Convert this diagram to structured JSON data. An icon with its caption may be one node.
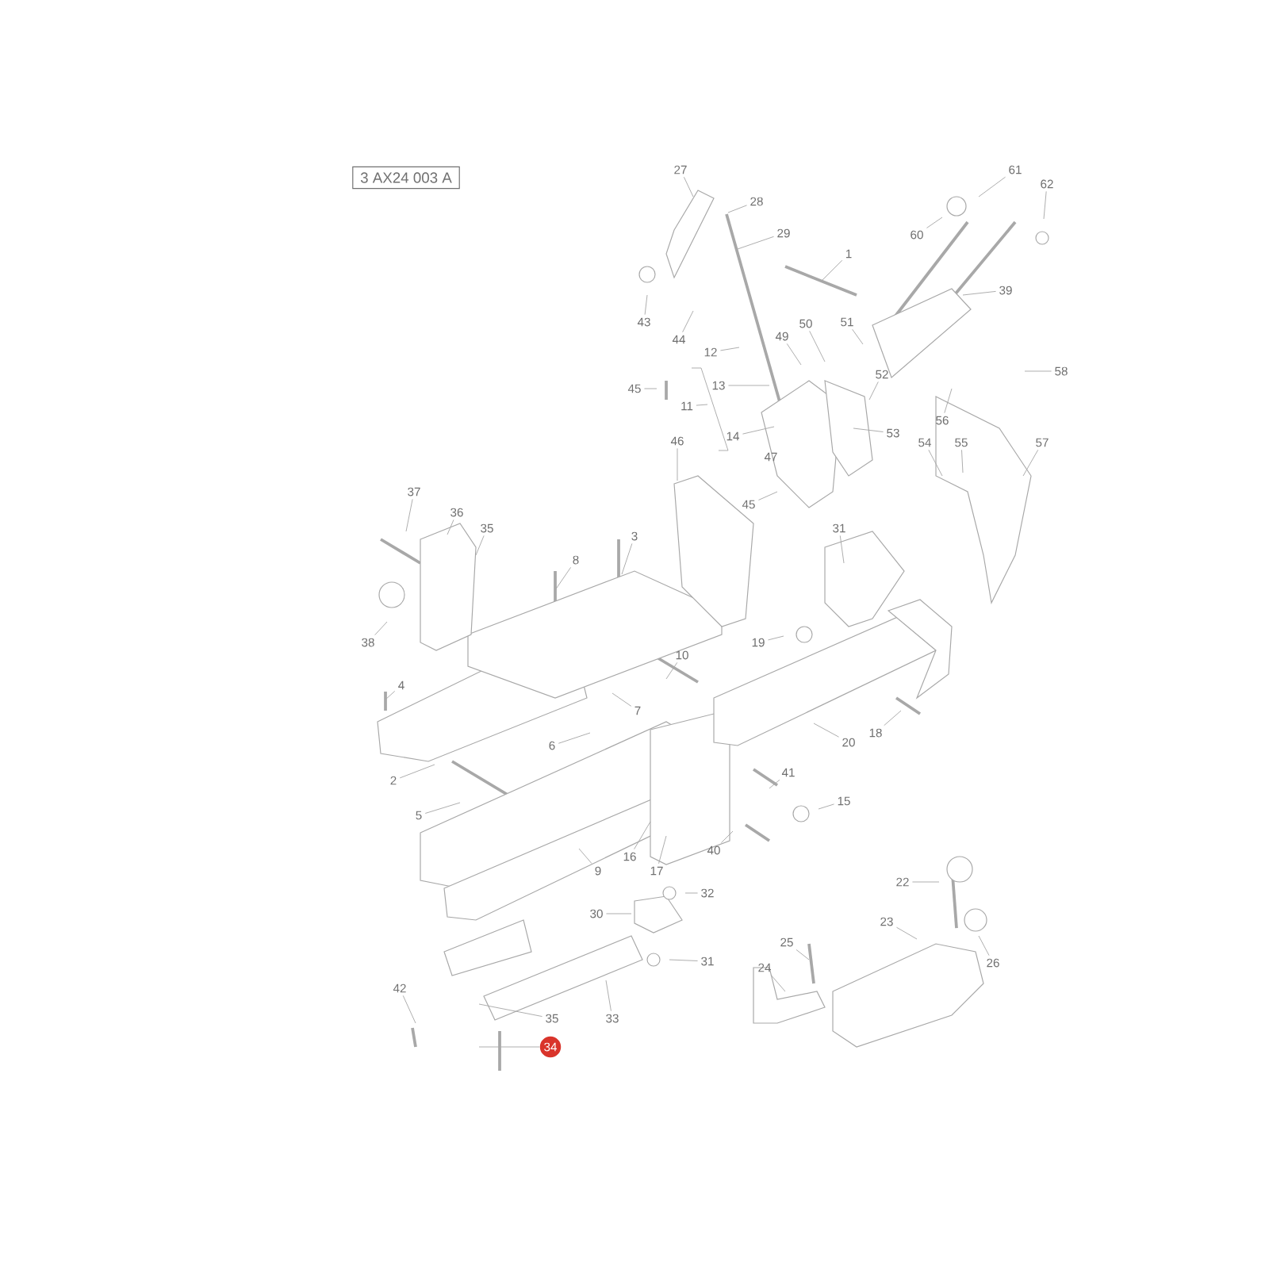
{
  "diagram": {
    "nodes": [
      {
        "text": [
          "3 AX24 003 A"
        ]
      },
      {
        "text": [
          "27"
        ]
      },
      {
        "text": [
          "28"
        ]
      },
      {
        "text": [
          "29"
        ]
      },
      {
        "text": [
          "61"
        ]
      },
      {
        "text": [
          "62"
        ]
      },
      {
        "text": [
          "60"
        ]
      },
      {
        "text": [
          "1"
        ]
      },
      {
        "text": [
          "39"
        ]
      },
      {
        "text": [
          "43"
        ]
      },
      {
        "text": [
          "44"
        ]
      },
      {
        "text": [
          "50"
        ]
      },
      {
        "text": [
          "51"
        ]
      },
      {
        "text": [
          "49"
        ]
      },
      {
        "text": [
          "12"
        ]
      },
      {
        "text": [
          "58"
        ]
      },
      {
        "text": [
          "52"
        ]
      },
      {
        "text": [
          "13"
        ]
      },
      {
        "text": [
          "45"
        ]
      },
      {
        "text": [
          "11"
        ]
      },
      {
        "text": [
          "56"
        ]
      },
      {
        "text": [
          "14"
        ]
      },
      {
        "text": [
          "46"
        ]
      },
      {
        "text": [
          "53"
        ]
      },
      {
        "text": [
          "54"
        ]
      },
      {
        "text": [
          "55"
        ]
      },
      {
        "text": [
          "57"
        ]
      },
      {
        "text": [
          "45"
        ]
      },
      {
        "text": [
          "37"
        ]
      },
      {
        "text": [
          "36"
        ]
      },
      {
        "text": [
          "35"
        ]
      },
      {
        "text": [
          "31"
        ]
      },
      {
        "text": [
          "8"
        ]
      },
      {
        "text": [
          "3"
        ]
      },
      {
        "text": [
          "38"
        ]
      },
      {
        "text": [
          "19"
        ]
      },
      {
        "text": [
          "10"
        ]
      },
      {
        "text": [
          "4"
        ]
      },
      {
        "text": [
          "7"
        ]
      },
      {
        "text": [
          "18"
        ]
      },
      {
        "text": [
          "6"
        ]
      },
      {
        "text": [
          "20"
        ]
      },
      {
        "text": [
          "41"
        ]
      },
      {
        "text": [
          "2"
        ]
      },
      {
        "text": [
          "15"
        ]
      },
      {
        "text": [
          "5"
        ]
      },
      {
        "text": [
          "40"
        ]
      },
      {
        "text": [
          "16"
        ]
      },
      {
        "text": [
          "9"
        ]
      },
      {
        "text": [
          "17"
        ]
      },
      {
        "text": [
          "22"
        ]
      },
      {
        "text": [
          "32"
        ]
      },
      {
        "text": [
          "30"
        ]
      },
      {
        "text": [
          "23"
        ]
      },
      {
        "text": [
          "25"
        ]
      },
      {
        "text": [
          "26"
        ]
      },
      {
        "text": [
          "31"
        ]
      },
      {
        "text": [
          "24"
        ]
      },
      {
        "text": [
          "42"
        ]
      },
      {
        "text": [
          "35"
        ]
      },
      {
        "text": [
          "33"
        ]
      },
      {
        "text": [
          "34"
        ]
      }
    ],
    "edges": [
      {
        "from": 1,
        "to": null,
        "arrow": "none"
      },
      {
        "from": 2,
        "to": null,
        "arrow": "none"
      },
      {
        "from": 3,
        "to": null,
        "arrow": "none"
      },
      {
        "from": 4,
        "to": null,
        "arrow": "none"
      },
      {
        "from": 5,
        "to": null,
        "arrow": "none"
      },
      {
        "from": 6,
        "to": null,
        "arrow": "none"
      },
      {
        "from": 7,
        "to": null,
        "arrow": "none"
      },
      {
        "from": 8,
        "to": null,
        "arrow": "none"
      },
      {
        "from": 9,
        "to": null,
        "arrow": "none"
      },
      {
        "from": 10,
        "to": null,
        "arrow": "none"
      },
      {
        "from": 11,
        "to": null,
        "arrow": "none"
      },
      {
        "from": 12,
        "to": null,
        "arrow": "none"
      },
      {
        "from": 13,
        "to": null,
        "arrow": "none"
      },
      {
        "from": 14,
        "to": null,
        "arrow": "none"
      },
      {
        "from": 15,
        "to": null,
        "arrow": "none"
      },
      {
        "from": 16,
        "to": null,
        "arrow": "none"
      },
      {
        "from": 17,
        "to": null,
        "arrow": "none"
      },
      {
        "from": 18,
        "to": null,
        "arrow": "none"
      },
      {
        "from": 19,
        "to": null,
        "arrow": "none"
      },
      {
        "from": 20,
        "to": null,
        "arrow": "none"
      },
      {
        "from": 21,
        "to": null,
        "arrow": "none"
      },
      {
        "from": 22,
        "to": null,
        "arrow": "none"
      },
      {
        "from": 23,
        "to": null,
        "arrow": "none"
      },
      {
        "from": 24,
        "to": null,
        "arrow": "none"
      },
      {
        "from": 25,
        "to": null,
        "arrow": "none"
      },
      {
        "from": 26,
        "to": null,
        "arrow": "none"
      },
      {
        "from": 27,
        "to": null,
        "arrow": "none"
      },
      {
        "from": 28,
        "to": null,
        "arrow": "none"
      },
      {
        "from": 29,
        "to": null,
        "arrow": "none"
      },
      {
        "from": 30,
        "to": null,
        "arrow": "none"
      },
      {
        "from": 31,
        "to": null,
        "arrow": "none"
      },
      {
        "from": 32,
        "to": null,
        "arrow": "none"
      },
      {
        "from": 33,
        "to": null,
        "arrow": "none"
      },
      {
        "from": 34,
        "to": null,
        "arrow": "none"
      },
      {
        "from": 35,
        "to": null,
        "arrow": "none"
      },
      {
        "from": 36,
        "to": null,
        "arrow": "none"
      },
      {
        "from": 37,
        "to": null,
        "arrow": "none"
      },
      {
        "from": 38,
        "to": null,
        "arrow": "none"
      },
      {
        "from": 39,
        "to": null,
        "arrow": "none"
      },
      {
        "from": 40,
        "to": null,
        "arrow": "none"
      },
      {
        "from": 41,
        "to": null,
        "arrow": "none"
      },
      {
        "from": 42,
        "to": null,
        "arrow": "none"
      },
      {
        "from": 43,
        "to": null,
        "arrow": "none"
      },
      {
        "from": 44,
        "to": null,
        "arrow": "none"
      },
      {
        "from": 45,
        "to": null,
        "arrow": "none"
      },
      {
        "from": 46,
        "to": null,
        "arrow": "none"
      },
      {
        "from": 47,
        "to": null,
        "arrow": "none"
      },
      {
        "from": 48,
        "to": null,
        "arrow": "none"
      },
      {
        "from": 49,
        "to": null,
        "arrow": "none"
      },
      {
        "from": 50,
        "to": null,
        "arrow": "none"
      },
      {
        "from": 51,
        "to": null,
        "arrow": "none"
      },
      {
        "from": 52,
        "to": null,
        "arrow": "none"
      },
      {
        "from": 53,
        "to": null,
        "arrow": "none"
      },
      {
        "from": 54,
        "to": null,
        "arrow": "none"
      },
      {
        "from": 55,
        "to": null,
        "arrow": "none"
      },
      {
        "from": 56,
        "to": null,
        "arrow": "none"
      },
      {
        "from": 57,
        "to": null,
        "arrow": "none"
      },
      {
        "from": 58,
        "to": null,
        "arrow": "none"
      },
      {
        "from": 59,
        "to": null,
        "arrow": "none"
      },
      {
        "from": 60,
        "to": null,
        "arrow": "none"
      },
      {
        "from": 61,
        "to": null,
        "arrow": "none"
      }
    ],
    "labels": [
      "47"
    ]
  }
}
